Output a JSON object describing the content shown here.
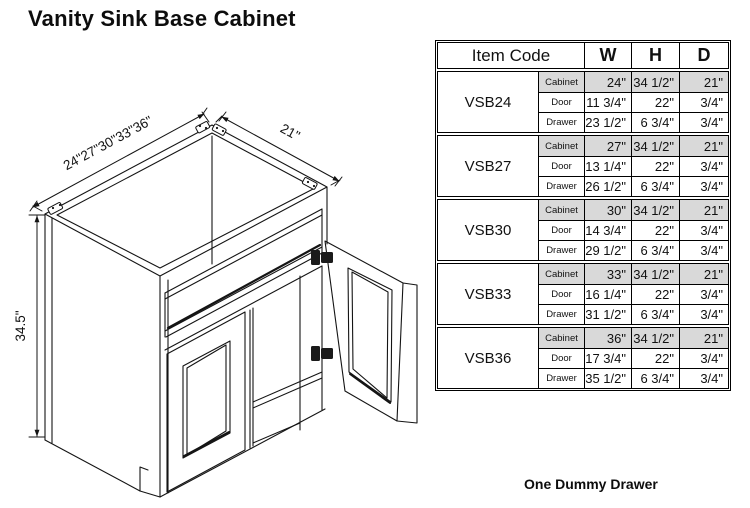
{
  "title": "Vanity Sink Base Cabinet",
  "footnote": "One Dummy Drawer",
  "drawing": {
    "width_label": "24\"27\"30\"33\"36\"",
    "depth_label": "21\"",
    "height_label": "34.5\""
  },
  "table": {
    "header": {
      "item_code": "Item Code",
      "w": "W",
      "h": "H",
      "d": "D"
    },
    "groups": [
      {
        "code": "VSB24",
        "rows": [
          {
            "label": "Cabinet",
            "w": "24\"",
            "h": "34 1/2\"",
            "d": "21\""
          },
          {
            "label": "Door",
            "w": "11 3/4\"",
            "h": "22\"",
            "d": "3/4\""
          },
          {
            "label": "Drawer",
            "w": "23 1/2\"",
            "h": "6 3/4\"",
            "d": "3/4\""
          }
        ]
      },
      {
        "code": "VSB27",
        "rows": [
          {
            "label": "Cabinet",
            "w": "27\"",
            "h": "34 1/2\"",
            "d": "21\""
          },
          {
            "label": "Door",
            "w": "13 1/4\"",
            "h": "22\"",
            "d": "3/4\""
          },
          {
            "label": "Drawer",
            "w": "26 1/2\"",
            "h": "6 3/4\"",
            "d": "3/4\""
          }
        ]
      },
      {
        "code": "VSB30",
        "rows": [
          {
            "label": "Cabinet",
            "w": "30\"",
            "h": "34 1/2\"",
            "d": "21\""
          },
          {
            "label": "Door",
            "w": "14 3/4\"",
            "h": "22\"",
            "d": "3/4\""
          },
          {
            "label": "Drawer",
            "w": "29 1/2\"",
            "h": "6 3/4\"",
            "d": "3/4\""
          }
        ]
      },
      {
        "code": "VSB33",
        "rows": [
          {
            "label": "Cabinet",
            "w": "33\"",
            "h": "34 1/2\"",
            "d": "21\""
          },
          {
            "label": "Door",
            "w": "16 1/4\"",
            "h": "22\"",
            "d": "3/4\""
          },
          {
            "label": "Drawer",
            "w": "31 1/2\"",
            "h": "6 3/4\"",
            "d": "3/4\""
          }
        ]
      },
      {
        "code": "VSB36",
        "rows": [
          {
            "label": "Cabinet",
            "w": "36\"",
            "h": "34 1/2\"",
            "d": "21\""
          },
          {
            "label": "Door",
            "w": "17 3/4\"",
            "h": "22\"",
            "d": "3/4\""
          },
          {
            "label": "Drawer",
            "w": "35 1/2\"",
            "h": "6 3/4\"",
            "d": "3/4\""
          }
        ]
      }
    ]
  },
  "colors": {
    "shaded_cell": "#d9d9d9",
    "line": "#141414"
  }
}
